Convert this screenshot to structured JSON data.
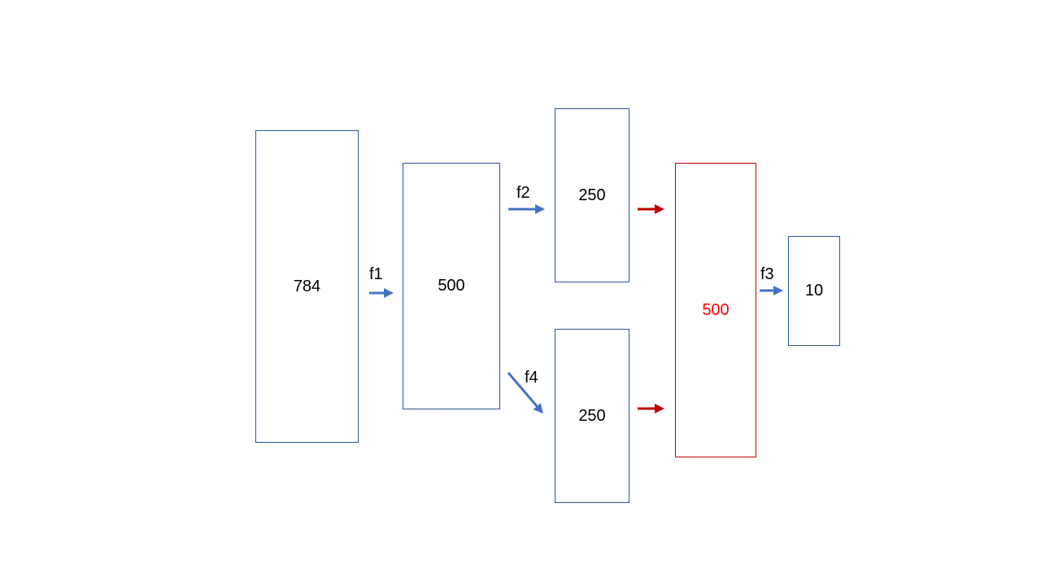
{
  "layers": {
    "input": "784",
    "hidden1": "500",
    "branch_top": "250",
    "branch_bottom": "250",
    "merged": "500",
    "output": "10"
  },
  "functions": {
    "f1": "f1",
    "f2": "f2",
    "f3": "f3",
    "f4": "f4"
  },
  "colors": {
    "box_border": "#2f5597",
    "function_arrow": "#4472c4",
    "merge_arrow": "#c00000",
    "merged_box": "#c00000",
    "merged_text": "#ff0000"
  }
}
